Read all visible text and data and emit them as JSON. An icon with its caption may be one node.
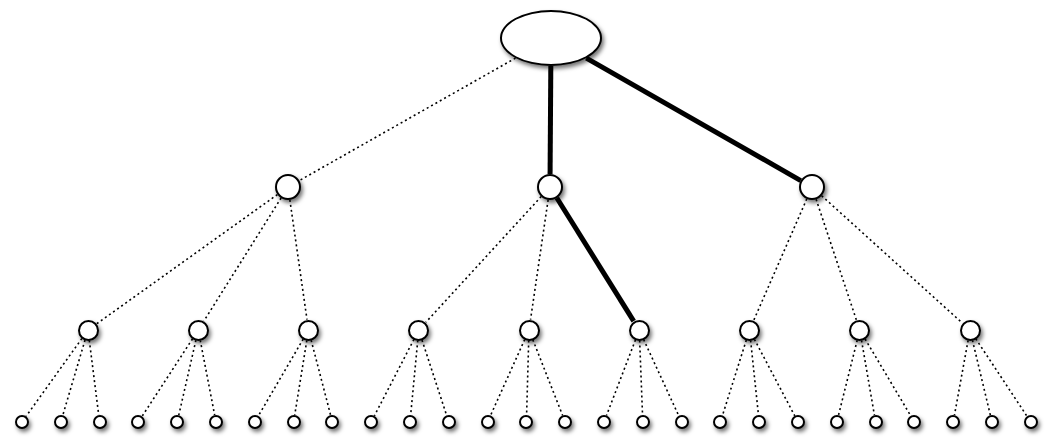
{
  "diagram": {
    "nodes": [
      {
        "text": [],
        "shape": "ellipse"
      },
      {
        "text": [],
        "shape": "circle"
      },
      {
        "text": [],
        "shape": "circle"
      },
      {
        "text": [],
        "shape": "circle"
      },
      {
        "text": [],
        "shape": "circle"
      },
      {
        "text": [],
        "shape": "circle"
      },
      {
        "text": [],
        "shape": "circle"
      },
      {
        "text": [],
        "shape": "circle"
      },
      {
        "text": [],
        "shape": "circle"
      },
      {
        "text": [],
        "shape": "circle"
      },
      {
        "text": [],
        "shape": "circle"
      },
      {
        "text": [],
        "shape": "circle"
      },
      {
        "text": [],
        "shape": "circle"
      },
      {
        "text": [],
        "shape": "circle"
      },
      {
        "text": [],
        "shape": "circle"
      },
      {
        "text": [],
        "shape": "circle"
      },
      {
        "text": [],
        "shape": "circle"
      },
      {
        "text": [],
        "shape": "circle"
      },
      {
        "text": [],
        "shape": "circle"
      },
      {
        "text": [],
        "shape": "circle"
      },
      {
        "text": [],
        "shape": "circle"
      },
      {
        "text": [],
        "shape": "circle"
      },
      {
        "text": [],
        "shape": "circle"
      },
      {
        "text": [],
        "shape": "circle"
      },
      {
        "text": [],
        "shape": "circle"
      },
      {
        "text": [],
        "shape": "circle"
      },
      {
        "text": [],
        "shape": "circle"
      },
      {
        "text": [],
        "shape": "circle"
      },
      {
        "text": [],
        "shape": "circle"
      },
      {
        "text": [],
        "shape": "circle"
      },
      {
        "text": [],
        "shape": "circle"
      },
      {
        "text": [],
        "shape": "circle"
      },
      {
        "text": [],
        "shape": "circle"
      },
      {
        "text": [],
        "shape": "circle"
      },
      {
        "text": [],
        "shape": "circle"
      },
      {
        "text": [],
        "shape": "circle"
      },
      {
        "text": [],
        "shape": "circle"
      },
      {
        "text": [],
        "shape": "circle"
      },
      {
        "text": [],
        "shape": "circle"
      },
      {
        "text": [],
        "shape": "circle"
      }
    ],
    "edges": [
      {
        "from": 0,
        "to": 1,
        "arrow": "none",
        "style": "dashed"
      },
      {
        "from": 0,
        "to": 2,
        "arrow": "none",
        "style": "thick"
      },
      {
        "from": 0,
        "to": 3,
        "arrow": "none",
        "style": "thick"
      },
      {
        "from": 1,
        "to": 4,
        "arrow": "none",
        "style": "dashed"
      },
      {
        "from": 1,
        "to": 5,
        "arrow": "none",
        "style": "dashed"
      },
      {
        "from": 1,
        "to": 6,
        "arrow": "none",
        "style": "dashed"
      },
      {
        "from": 2,
        "to": 7,
        "arrow": "none",
        "style": "dashed"
      },
      {
        "from": 2,
        "to": 8,
        "arrow": "none",
        "style": "dashed"
      },
      {
        "from": 2,
        "to": 9,
        "arrow": "none",
        "style": "thick"
      },
      {
        "from": 3,
        "to": 10,
        "arrow": "none",
        "style": "dashed"
      },
      {
        "from": 3,
        "to": 11,
        "arrow": "none",
        "style": "dashed"
      },
      {
        "from": 3,
        "to": 12,
        "arrow": "none",
        "style": "dashed"
      },
      {
        "from": 4,
        "to": 13,
        "arrow": "none",
        "style": "dashed"
      },
      {
        "from": 4,
        "to": 14,
        "arrow": "none",
        "style": "dashed"
      },
      {
        "from": 4,
        "to": 15,
        "arrow": "none",
        "style": "dashed"
      },
      {
        "from": 5,
        "to": 16,
        "arrow": "none",
        "style": "dashed"
      },
      {
        "from": 5,
        "to": 17,
        "arrow": "none",
        "style": "dashed"
      },
      {
        "from": 5,
        "to": 18,
        "arrow": "none",
        "style": "dashed"
      },
      {
        "from": 6,
        "to": 19,
        "arrow": "none",
        "style": "dashed"
      },
      {
        "from": 6,
        "to": 20,
        "arrow": "none",
        "style": "dashed"
      },
      {
        "from": 6,
        "to": 21,
        "arrow": "none",
        "style": "dashed"
      },
      {
        "from": 7,
        "to": 22,
        "arrow": "none",
        "style": "dashed"
      },
      {
        "from": 7,
        "to": 23,
        "arrow": "none",
        "style": "dashed"
      },
      {
        "from": 7,
        "to": 24,
        "arrow": "none",
        "style": "dashed"
      },
      {
        "from": 8,
        "to": 25,
        "arrow": "none",
        "style": "dashed"
      },
      {
        "from": 8,
        "to": 26,
        "arrow": "none",
        "style": "dashed"
      },
      {
        "from": 8,
        "to": 27,
        "arrow": "none",
        "style": "dashed"
      },
      {
        "from": 9,
        "to": 28,
        "arrow": "none",
        "style": "dashed"
      },
      {
        "from": 9,
        "to": 29,
        "arrow": "none",
        "style": "dashed"
      },
      {
        "from": 9,
        "to": 30,
        "arrow": "none",
        "style": "dashed"
      },
      {
        "from": 10,
        "to": 31,
        "arrow": "none",
        "style": "dashed"
      },
      {
        "from": 10,
        "to": 32,
        "arrow": "none",
        "style": "dashed"
      },
      {
        "from": 10,
        "to": 33,
        "arrow": "none",
        "style": "dashed"
      },
      {
        "from": 11,
        "to": 34,
        "arrow": "none",
        "style": "dashed"
      },
      {
        "from": 11,
        "to": 35,
        "arrow": "none",
        "style": "dashed"
      },
      {
        "from": 11,
        "to": 36,
        "arrow": "none",
        "style": "dashed"
      },
      {
        "from": 12,
        "to": 37,
        "arrow": "none",
        "style": "dashed"
      },
      {
        "from": 12,
        "to": 38,
        "arrow": "none",
        "style": "dashed"
      },
      {
        "from": 12,
        "to": 39,
        "arrow": "none",
        "style": "dashed"
      }
    ]
  }
}
